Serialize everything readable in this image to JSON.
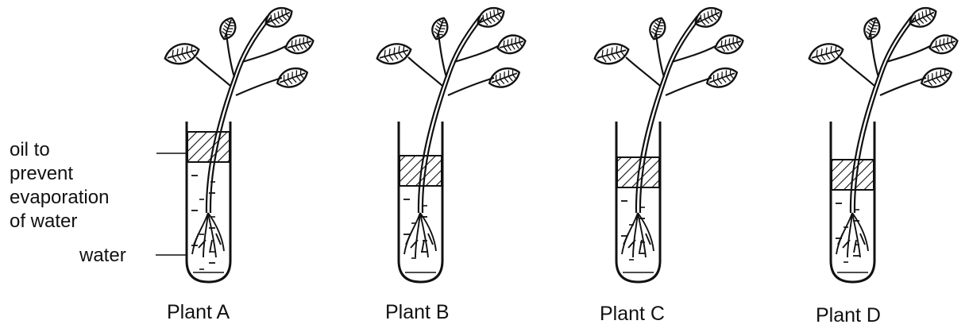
{
  "labels": {
    "oil": [
      "oil to",
      "prevent",
      "evaporation",
      "of water"
    ],
    "water": "water"
  },
  "plants": [
    {
      "name": "Plant A"
    },
    {
      "name": "Plant B"
    },
    {
      "name": "Plant C"
    },
    {
      "name": "Plant D"
    }
  ]
}
